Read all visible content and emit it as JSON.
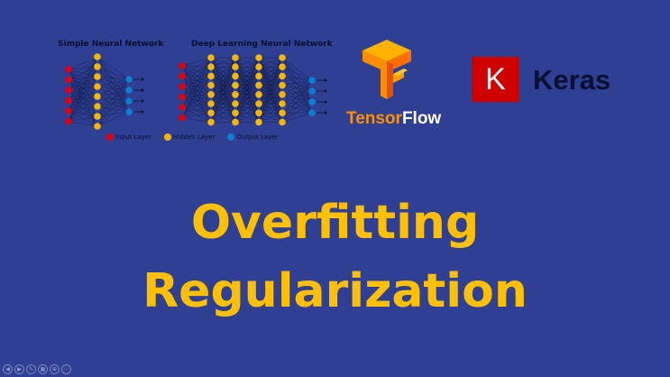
{
  "slide": {
    "simple_title": "Simple Neural Network",
    "deep_title": "Deep Learning Neural Network",
    "legend": {
      "input": "Input Layer",
      "hidden": "Hidden Layer",
      "output": "Output Layer"
    },
    "tensorflow": {
      "part1": "Tensor",
      "part2": "Flow"
    },
    "keras": {
      "letter": "K",
      "name": "Keras"
    },
    "title_line1": "Overfitting",
    "title_line2": "Regularization"
  },
  "colors": {
    "background": "#2e3f94",
    "title": "#ffc000",
    "input_node": "#e3000f",
    "hidden_node": "#f5b800",
    "output_node": "#0a7fd0",
    "tensorflow_orange": "#ff8f00",
    "keras_red": "#d00000"
  },
  "player_controls": [
    "previous-icon",
    "next-icon",
    "pen-icon",
    "slides-icon",
    "zoom-icon",
    "more-icon"
  ]
}
